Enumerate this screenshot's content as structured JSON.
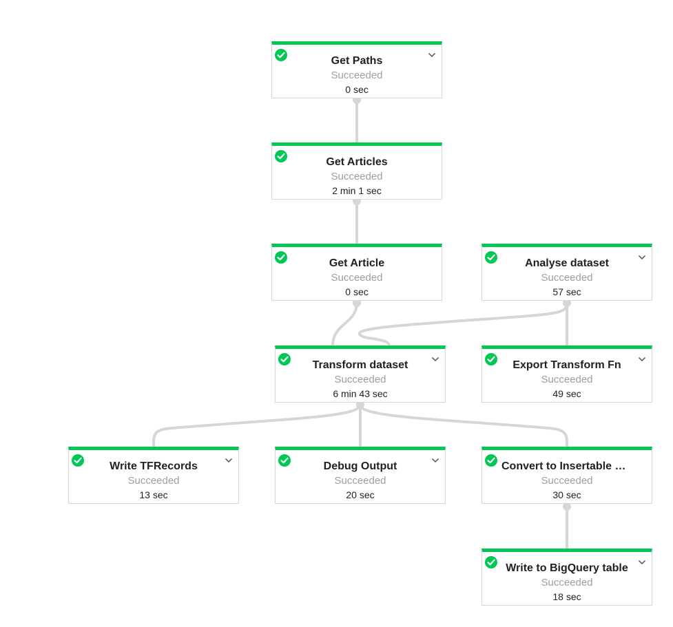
{
  "colors": {
    "accent": "#00c853",
    "edge": "#d6d6d6",
    "border": "#d6d6d6",
    "status_text": "#9e9e9e",
    "text": "#202124"
  },
  "nodes": [
    {
      "id": "get-paths",
      "title": "Get Paths",
      "status": "Succeeded",
      "duration": "0 sec",
      "expandable": true,
      "icon": "check-circle-icon"
    },
    {
      "id": "get-articles",
      "title": "Get Articles",
      "status": "Succeeded",
      "duration": "2 min 1 sec",
      "expandable": false,
      "icon": "check-circle-icon"
    },
    {
      "id": "get-article",
      "title": "Get Article",
      "status": "Succeeded",
      "duration": "0 sec",
      "expandable": false,
      "icon": "check-circle-icon"
    },
    {
      "id": "analyse-dataset",
      "title": "Analyse dataset",
      "status": "Succeeded",
      "duration": "57 sec",
      "expandable": true,
      "icon": "check-circle-icon"
    },
    {
      "id": "transform-dataset",
      "title": "Transform dataset",
      "status": "Succeeded",
      "duration": "6 min 43 sec",
      "expandable": true,
      "icon": "check-circle-icon"
    },
    {
      "id": "export-transform-fn",
      "title": "Export Transform Fn",
      "status": "Succeeded",
      "duration": "49 sec",
      "expandable": true,
      "icon": "check-circle-icon"
    },
    {
      "id": "write-tfrecords",
      "title": "Write TFRecords",
      "status": "Succeeded",
      "duration": "13 sec",
      "expandable": true,
      "icon": "check-circle-icon"
    },
    {
      "id": "debug-output",
      "title": "Debug Output",
      "status": "Succeeded",
      "duration": "20 sec",
      "expandable": true,
      "icon": "check-circle-icon"
    },
    {
      "id": "convert-to-insertable",
      "title": "Convert to Insertable d…",
      "status": "Succeeded",
      "duration": "30 sec",
      "expandable": false,
      "icon": "check-circle-icon"
    },
    {
      "id": "write-to-bigquery",
      "title": "Write to BigQuery table",
      "status": "Succeeded",
      "duration": "18 sec",
      "expandable": true,
      "icon": "check-circle-icon"
    }
  ],
  "edges": [
    {
      "from": "get-paths",
      "to": "get-articles"
    },
    {
      "from": "get-articles",
      "to": "get-article"
    },
    {
      "from": "get-article",
      "to": "transform-dataset"
    },
    {
      "from": "analyse-dataset",
      "to": "transform-dataset"
    },
    {
      "from": "analyse-dataset",
      "to": "export-transform-fn"
    },
    {
      "from": "transform-dataset",
      "to": "write-tfrecords"
    },
    {
      "from": "transform-dataset",
      "to": "debug-output"
    },
    {
      "from": "transform-dataset",
      "to": "convert-to-insertable"
    },
    {
      "from": "convert-to-insertable",
      "to": "write-to-bigquery"
    }
  ]
}
